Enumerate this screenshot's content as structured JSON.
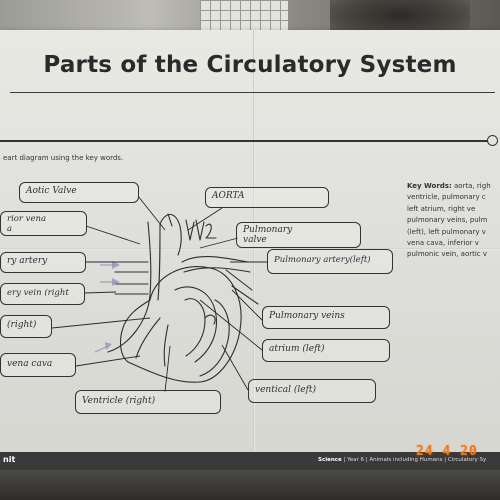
{
  "worksheet": {
    "title": "Parts of the Circulatory System",
    "instruction": "eart diagram using the key words.",
    "key_words_label": "Key Words:",
    "key_words_lines": [
      " aorta, righ",
      "ventricle, pulmonary c",
      "left atrium, right ve",
      "pulmonary veins, pulm",
      "(left), left pulmonary v",
      "vena cava, inferior v",
      "pulmonic vein, aortic v"
    ],
    "footer_left": "nit",
    "footer_subject": "Science",
    "footer_path": " | Year 6 | Animals including Humans | Circulatory Sy",
    "date_stamp": "24 4 20"
  },
  "labels": {
    "aortic_valve": "Aotic Valve",
    "aorta": "AORTA",
    "pulmonary_valve_1": "Pulmonary",
    "pulmonary_valve_2": "valve",
    "vena_cava_top_1": "rior vena",
    "vena_cava_top_2": "a",
    "pulmonary_artery_right": "ry artery",
    "pulmonary_artery_left": "Pulmonary artery(left)",
    "pulmonary_vein_right": "ery vein (right",
    "right": "(right)",
    "pulmonary_veins": "Pulmonary veins",
    "atrium_left": "atrium (left)",
    "vena_cava_bottom": "vena cava",
    "ventricle_left": "ventical (left)",
    "ventricle_right": "Ventricle (right)"
  },
  "colors": {
    "sheet": "#e4e4df",
    "ink": "#2f2f35",
    "footer": "#3a3a3a",
    "date_stamp": "#f07a18"
  }
}
